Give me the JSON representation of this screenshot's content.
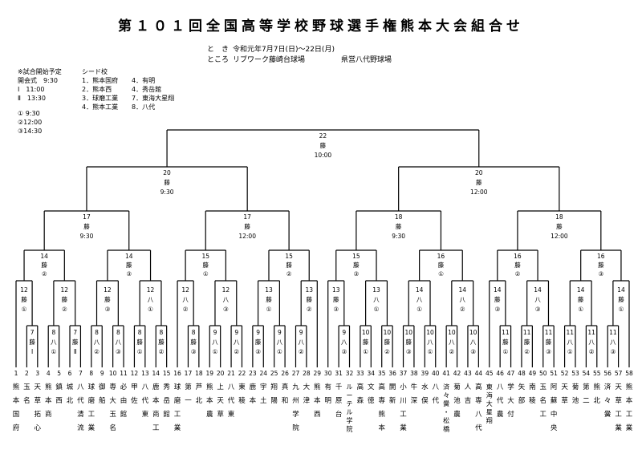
{
  "title": "第１０１回全国高等学校野球選手権熊本大会組合せ",
  "dates": {
    "label": "と　き",
    "value": "令和元年7月7日(日)～22日(月)"
  },
  "venues": {
    "label": "ところ",
    "venue1": "リブワーク藤崎台球場",
    "venue2": "県営八代野球場"
  },
  "schedule": {
    "heading": "※試合開始予定",
    "lines": [
      "開会式　9:30",
      "Ⅰ　11:00",
      "Ⅱ　13:30"
    ],
    "circled": [
      "① 9:30",
      "②12:00",
      "③14:30"
    ]
  },
  "seeds": {
    "heading": "シード校",
    "items": [
      "1．熊本国府",
      "4．有明",
      "2．熊本西",
      "4．秀岳館",
      "3．球磨工業",
      "7．東海大星翔",
      "4．熊本工業",
      "8．八代"
    ]
  },
  "teams": [
    {
      "num": "1",
      "name": "熊本国府"
    },
    {
      "num": "2",
      "name": "玉名"
    },
    {
      "num": "3",
      "name": "天草拓心"
    },
    {
      "num": "4",
      "name": "熊本商"
    },
    {
      "num": "5",
      "name": "鎮西"
    },
    {
      "num": "6",
      "name": "城北"
    },
    {
      "num": "7",
      "name": "八代清流"
    },
    {
      "num": "8",
      "name": "球磨工業"
    },
    {
      "num": "9",
      "name": "御船"
    },
    {
      "num": "10",
      "name": "専大玉名"
    },
    {
      "num": "11",
      "name": "必由館"
    },
    {
      "num": "12",
      "name": "甲佐"
    },
    {
      "num": "13",
      "name": "八代東"
    },
    {
      "num": "14",
      "name": "鹿本商工"
    },
    {
      "num": "15",
      "name": "秀岳館"
    },
    {
      "num": "16",
      "name": "球磨工業"
    },
    {
      "num": "17",
      "name": "第一"
    },
    {
      "num": "18",
      "name": "芦北"
    },
    {
      "num": "19",
      "name": "熊本農"
    },
    {
      "num": "20",
      "name": "上天草"
    },
    {
      "num": "21",
      "name": "八代東"
    },
    {
      "num": "22",
      "name": "東稜"
    },
    {
      "num": "23",
      "name": "鹿本"
    },
    {
      "num": "24",
      "name": "宇土"
    },
    {
      "num": "25",
      "name": "翔陽"
    },
    {
      "num": "26",
      "name": "真和"
    },
    {
      "num": "27",
      "name": "九州学院"
    },
    {
      "num": "28",
      "name": "大津"
    },
    {
      "num": "29",
      "name": "熊本西"
    },
    {
      "num": "30",
      "name": "有明"
    },
    {
      "num": "31",
      "name": "千原台"
    },
    {
      "num": "32",
      "name": "ルーテル学院"
    },
    {
      "num": "33",
      "name": "高森"
    },
    {
      "num": "34",
      "name": "文徳"
    },
    {
      "num": "35",
      "name": "高専熊本"
    },
    {
      "num": "36",
      "name": "開新"
    },
    {
      "num": "37",
      "name": "小川工業"
    },
    {
      "num": "38",
      "name": "牛深"
    },
    {
      "num": "39",
      "name": "水俣"
    },
    {
      "num": "40",
      "name": "八代"
    },
    {
      "num": "41",
      "name": "済々黌・松橋"
    },
    {
      "num": "42",
      "name": "菊池農"
    },
    {
      "num": "43",
      "name": "人吉"
    },
    {
      "num": "44",
      "name": "高専八代"
    },
    {
      "num": "45",
      "name": "東海大星翔"
    },
    {
      "num": "46",
      "name": "八代農"
    },
    {
      "num": "47",
      "name": "学大付"
    },
    {
      "num": "48",
      "name": "矢部"
    },
    {
      "num": "49",
      "name": "南稜"
    },
    {
      "num": "50",
      "name": "玉名工"
    },
    {
      "num": "51",
      "name": "阿蘇中央"
    },
    {
      "num": "52",
      "name": "天草"
    },
    {
      "num": "53",
      "name": "菊池"
    },
    {
      "num": "54",
      "name": "第二"
    },
    {
      "num": "55",
      "name": "熊北"
    },
    {
      "num": "56",
      "name": "済々黌"
    },
    {
      "num": "57",
      "name": "天草工業"
    },
    {
      "num": "58",
      "name": "熊本工業"
    }
  ],
  "r1": [
    {
      "day": "7",
      "venue": "藤",
      "slot": "Ⅰ"
    },
    {
      "day": "8",
      "venue": "八",
      "slot": "①"
    },
    {
      "day": "7",
      "venue": "藤",
      "slot": "Ⅱ"
    },
    {
      "day": "8",
      "venue": "八",
      "slot": "②"
    },
    {
      "day": "8",
      "venue": "八",
      "slot": "③"
    },
    {
      "day": "8",
      "venue": "藤",
      "slot": "①"
    },
    {
      "day": "8",
      "venue": "藤",
      "slot": "②"
    },
    {
      "day": "8",
      "venue": "藤",
      "slot": "③"
    },
    {
      "day": "9",
      "venue": "八",
      "slot": "①"
    },
    {
      "day": "9",
      "venue": "八",
      "slot": "②"
    },
    {
      "day": "9",
      "venue": "藤",
      "slot": "③"
    },
    {
      "day": "9",
      "venue": "八",
      "slot": "①"
    },
    {
      "day": "9",
      "venue": "八",
      "slot": "②"
    },
    {
      "day": "9",
      "venue": "八",
      "slot": "③"
    },
    {
      "day": "10",
      "venue": "藤",
      "slot": "①"
    },
    {
      "day": "10",
      "venue": "藤",
      "slot": "②"
    },
    {
      "day": "10",
      "venue": "藤",
      "slot": "③"
    },
    {
      "day": "10",
      "venue": "八",
      "slot": "①"
    },
    {
      "day": "10",
      "venue": "八",
      "slot": "②"
    },
    {
      "day": "10",
      "venue": "八",
      "slot": "③"
    },
    {
      "day": "11",
      "venue": "藤",
      "slot": "①"
    },
    {
      "day": "11",
      "venue": "藤",
      "slot": "②"
    },
    {
      "day": "11",
      "venue": "藤",
      "slot": "③"
    },
    {
      "day": "11",
      "venue": "八",
      "slot": "①"
    },
    {
      "day": "11",
      "venue": "八",
      "slot": "②"
    },
    {
      "day": "11",
      "venue": "八",
      "slot": "③"
    }
  ],
  "r2": [
    {
      "day": "12",
      "venue": "藤",
      "slot": "①"
    },
    {
      "day": "12",
      "venue": "藤",
      "slot": "②"
    },
    {
      "day": "12",
      "venue": "藤",
      "slot": "③"
    },
    {
      "day": "12",
      "venue": "八",
      "slot": "①"
    },
    {
      "day": "12",
      "venue": "八",
      "slot": "②"
    },
    {
      "day": "12",
      "venue": "八",
      "slot": "③"
    },
    {
      "day": "13",
      "venue": "藤",
      "slot": "①"
    },
    {
      "day": "13",
      "venue": "藤",
      "slot": "②"
    },
    {
      "day": "13",
      "venue": "藤",
      "slot": "③"
    },
    {
      "day": "13",
      "venue": "八",
      "slot": "①"
    },
    {
      "day": "14",
      "venue": "八",
      "slot": "①"
    },
    {
      "day": "14",
      "venue": "八",
      "slot": "②"
    },
    {
      "day": "14",
      "venue": "藤",
      "slot": "③"
    },
    {
      "day": "14",
      "venue": "八",
      "slot": "③"
    },
    {
      "day": "14",
      "venue": "藤",
      "slot": "①"
    },
    {
      "day": "14",
      "venue": "藤",
      "slot": "①"
    }
  ],
  "r3": [
    {
      "day": "14",
      "venue": "藤",
      "slot": "②"
    },
    {
      "day": "14",
      "venue": "藤",
      "slot": "③"
    },
    {
      "day": "15",
      "venue": "藤",
      "slot": "①"
    },
    {
      "day": "15",
      "venue": "藤",
      "slot": "②"
    },
    {
      "day": "15",
      "venue": "藤",
      "slot": "③"
    },
    {
      "day": "16",
      "venue": "藤",
      "slot": "①"
    },
    {
      "day": "16",
      "venue": "藤",
      "slot": "②"
    },
    {
      "day": "16",
      "venue": "藤",
      "slot": "③"
    }
  ],
  "r4": [
    {
      "day": "17",
      "venue": "藤",
      "time": "9:30"
    },
    {
      "day": "17",
      "venue": "藤",
      "time": "12:00"
    },
    {
      "day": "18",
      "venue": "藤",
      "time": "9:30"
    },
    {
      "day": "18",
      "venue": "藤",
      "time": "12:00"
    }
  ],
  "r5": [
    {
      "day": "20",
      "venue": "藤",
      "time": "9:30"
    },
    {
      "day": "20",
      "venue": "藤",
      "time": "12:00"
    }
  ],
  "final": {
    "day": "22",
    "venue": "藤",
    "time": "10:00"
  }
}
